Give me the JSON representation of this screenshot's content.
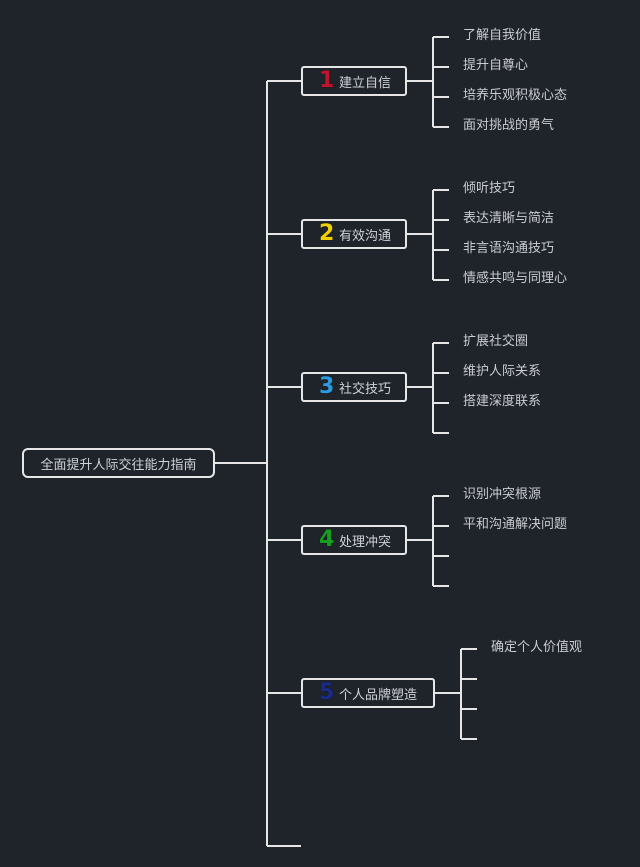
{
  "root": {
    "label": "全面提升人际交往能力指南"
  },
  "topics": [
    {
      "number": "1",
      "label": "建立自信",
      "number_color": "#c0142c",
      "items": [
        "了解自我价值",
        "提升自尊心",
        "培养乐观积极心态",
        "面对挑战的勇气"
      ],
      "branch_count": 4
    },
    {
      "number": "2",
      "label": "有效沟通",
      "number_color": "#f0d000",
      "items": [
        "倾听技巧",
        "表达清晰与简洁",
        "非言语沟通技巧",
        "情感共鸣与同理心"
      ],
      "branch_count": 4
    },
    {
      "number": "3",
      "label": "社交技巧",
      "number_color": "#2a9be0",
      "items": [
        "扩展社交圈",
        "维护人际关系",
        "搭建深度联系"
      ],
      "branch_count": 4
    },
    {
      "number": "4",
      "label": "处理冲突",
      "number_color": "#14a01e",
      "items": [
        "识别冲突根源",
        "平和沟通解决问题"
      ],
      "branch_count": 4
    },
    {
      "number": "5",
      "label": "个人品牌塑造",
      "number_color": "#1a2a8a",
      "items": [
        "确定个人价值观"
      ],
      "branch_count": 4
    }
  ],
  "colors": {
    "line": "#e6e6e6",
    "background": "#1f232a",
    "text": "#cfd2d6"
  }
}
